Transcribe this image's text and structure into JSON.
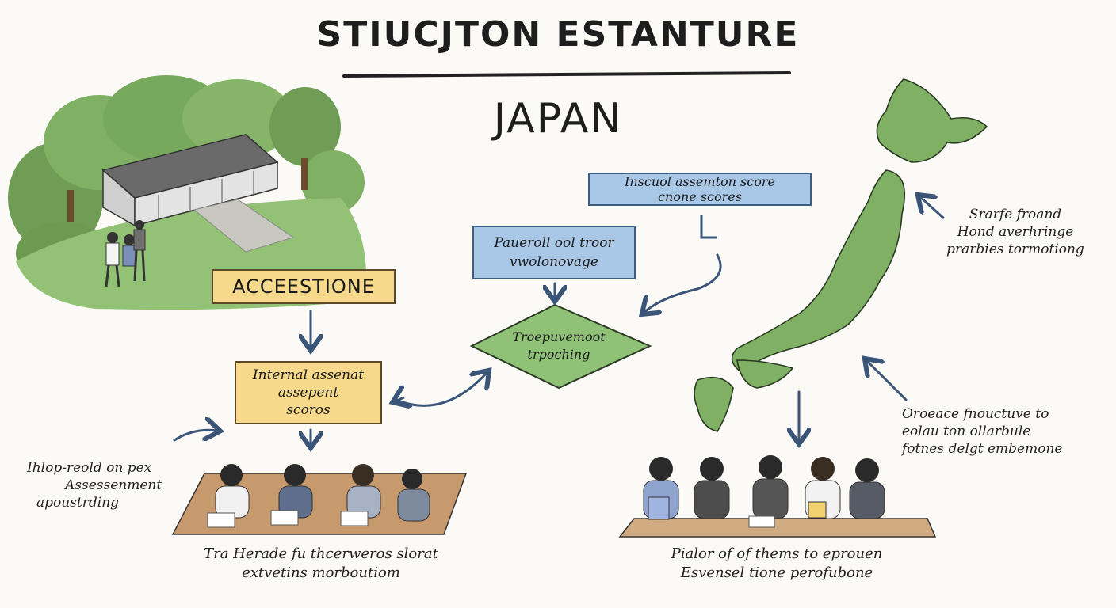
{
  "header": {
    "title": "STIUCJTON ESTANTURE",
    "subtitle": "JAPAN"
  },
  "boxes": {
    "acceestione": "ACCEESTIONE",
    "internal": [
      "Internal assenat",
      "assepent",
      "scoros"
    ],
    "top_blue": [
      "Inscuol assemton score",
      "cnone scores"
    ],
    "mid_blue": [
      "Paueroll ool troor",
      "vwolonovage"
    ],
    "diamond": [
      "Troepuvemoot",
      "trpoching"
    ]
  },
  "notes": {
    "left": [
      "Ihlop-reold on pex",
      "Assessenment",
      "apoustrding"
    ],
    "right_top": [
      "Srarfe froand",
      "Hond averhringe",
      "prarbies tormotiong"
    ],
    "right_bottom": [
      "Oroeace fnouctuve to",
      "eolau ton ollarbule",
      "fotnes delgt embemone"
    ]
  },
  "captions": {
    "left": [
      "Tra Herade fu thcerweros slorat",
      "extvetins morboutiom"
    ],
    "right": [
      "Pialor of of thems to eprouen",
      "Esvensel tione perofubone"
    ]
  },
  "colors": {
    "blue_box": "#a9c8e8",
    "yellow_box": "#f7d98c",
    "green": "#7fb064",
    "arrow": "#3b5578"
  }
}
